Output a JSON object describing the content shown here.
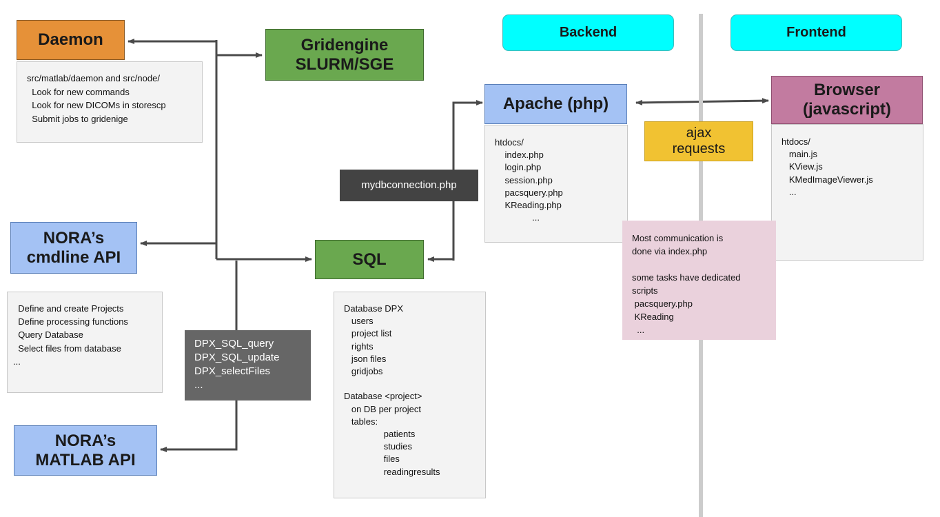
{
  "nodes": {
    "daemon": "Daemon",
    "gridengine": "Gridengine\nSLURM/SGE",
    "backend": "Backend",
    "frontend": "Frontend",
    "apache": "Apache (php)",
    "browser": "Browser\n(javascript)",
    "nora_cmdline": "NORA’s\ncmdline API",
    "sql": "SQL",
    "nora_matlab": "NORA’s\nMATLAB API",
    "ajax": "ajax\nrequests",
    "mydbconnection": "mydbconnection.php",
    "dpx_functions": "DPX_SQL_query\nDPX_SQL_update\nDPX_selectFiles\n..."
  },
  "notes": {
    "daemon_desc": "src/matlab/daemon and src/node/\n  Look for new commands\n  Look for new DICOMs in storescp\n  Submit jobs to gridenige",
    "apache_files": "htdocs/\n    index.php\n    login.php\n    session.php\n    pacsquery.php\n    KReading.php\n               ...",
    "browser_files": "htdocs/\n   main.js\n   KView.js\n   KMedImageViewer.js\n   ...",
    "cmdline_desc": "  Define and create Projects\n  Define processing functions\n  Query Database\n  Select files from database\n...",
    "db_desc": "Database DPX\n   users\n   project list\n   rights\n   json files\n   gridjobs\n\nDatabase <project>\n   on DB per project\n   tables:\n                patients\n                studies\n                files\n                readingresults",
    "communication": "Most communication is\ndone via index.php\n\nsome tasks have dedicated\nscripts\n pacsquery.php\n KReading\n  ..."
  },
  "colors": {
    "daemon": "#e69138",
    "gridengine": "#6aa84f",
    "sql": "#6aa84f",
    "apache": "#a4c2f4",
    "nora_cmdline": "#a4c2f4",
    "nora_matlab": "#a4c2f4",
    "browser": "#c27ba0",
    "backend": "#00ffff",
    "frontend": "#00ffff",
    "ajax": "#f1c232",
    "communication_note": "#ead1dc",
    "note": "#f3f3f3",
    "dark_label": "#434343",
    "arrow": "#4a4a4a"
  }
}
